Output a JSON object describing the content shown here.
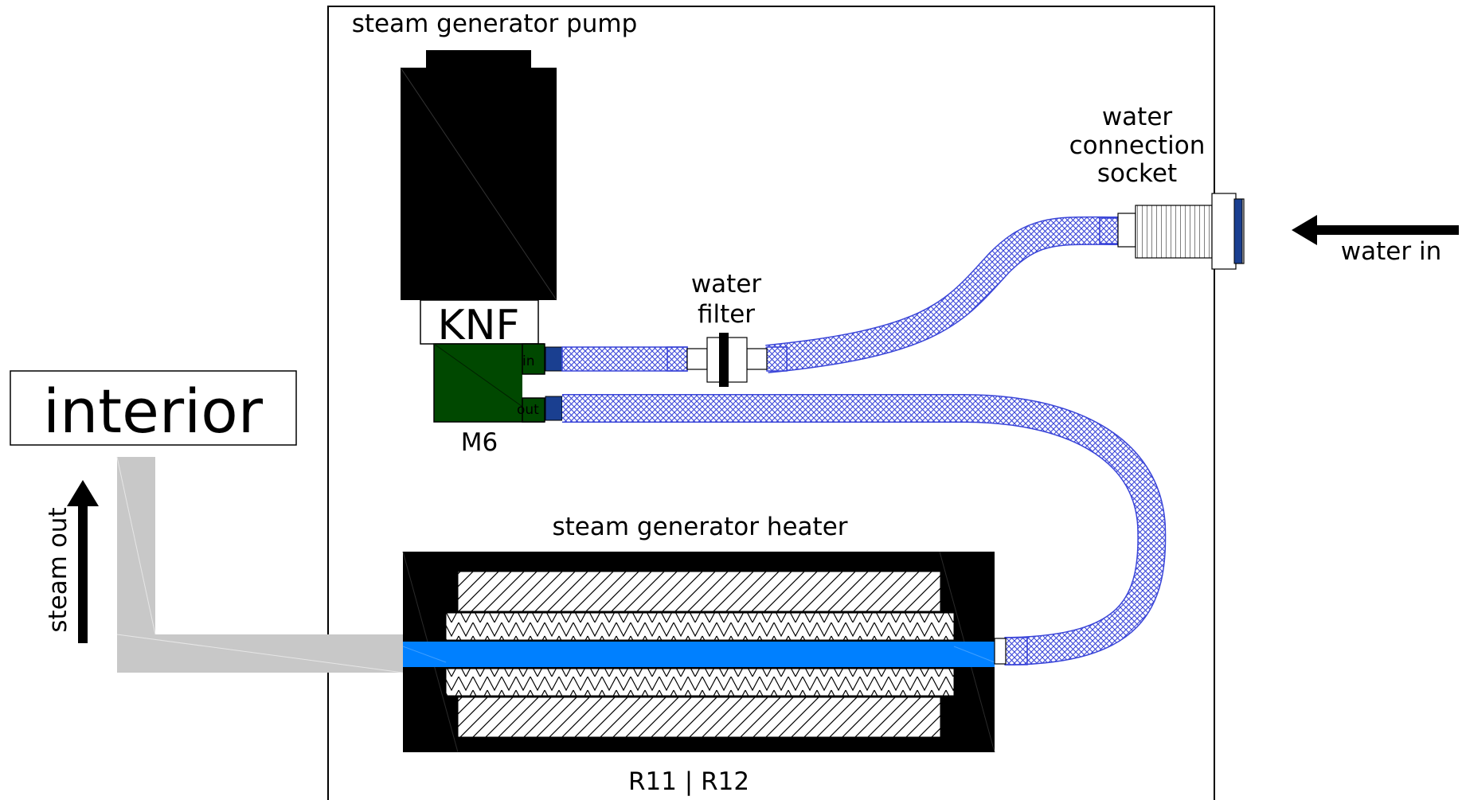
{
  "labels": {
    "pump": "steam generator pump",
    "pump_brand": "KNF",
    "pump_port_in": "in",
    "pump_port_out": "out",
    "pump_id": "M6",
    "filter_line1": "water",
    "filter_line2": "filter",
    "socket_line1": "water",
    "socket_line2": "connection",
    "socket_line3": "socket",
    "water_in": "water in",
    "interior": "interior",
    "steam_out": "steam out",
    "heater": "steam generator heater",
    "heater_id": "R11 | R12"
  },
  "colors": {
    "hose": "#3a45d8",
    "hose_bg": "#ffffff",
    "water_channel": "#0080ff",
    "pump_head": "#004800",
    "steam_pipe": "#c8c8c8",
    "connector_dark": "#1a3f90",
    "outline": "#000000"
  }
}
